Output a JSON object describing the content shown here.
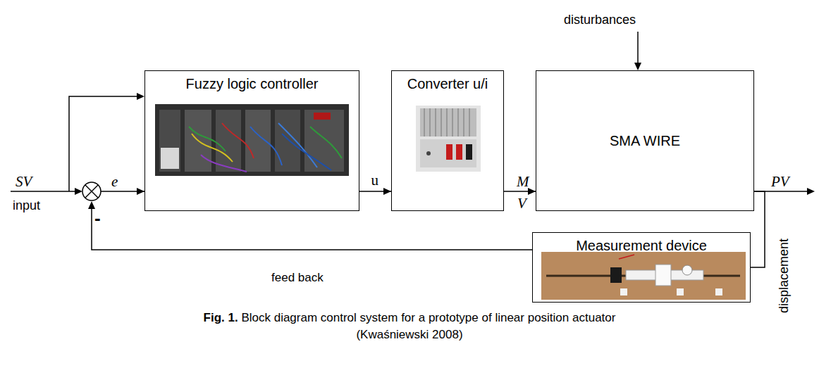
{
  "diagram": {
    "caption": "Fig. 1. Block diagram control system for a prototype of linear position actuator",
    "nodes": [
      {
        "text": [
          "Fuzzy logic controller"
        ]
      },
      {
        "text": [
          "Converter u/i"
        ]
      },
      {
        "text": [
          "SMA WIRE"
        ]
      },
      {
        "text": [
          "Measurement device"
        ]
      }
    ],
    "edges": [
      {
        "from": 0,
        "to": 1,
        "arrow": "to",
        "label": "u"
      },
      {
        "from": 1,
        "to": 2,
        "arrow": "to"
      },
      {
        "from": 2,
        "to": 3,
        "arrow": "none"
      },
      {
        "from": 3,
        "to": 0,
        "arrow": "to",
        "label": "feed back"
      }
    ],
    "labels": [
      "SV",
      "input",
      "-",
      "e",
      "M",
      "V",
      "PV",
      "disturbances",
      "displacement",
      "(Kwaśniewski 2008)"
    ]
  }
}
